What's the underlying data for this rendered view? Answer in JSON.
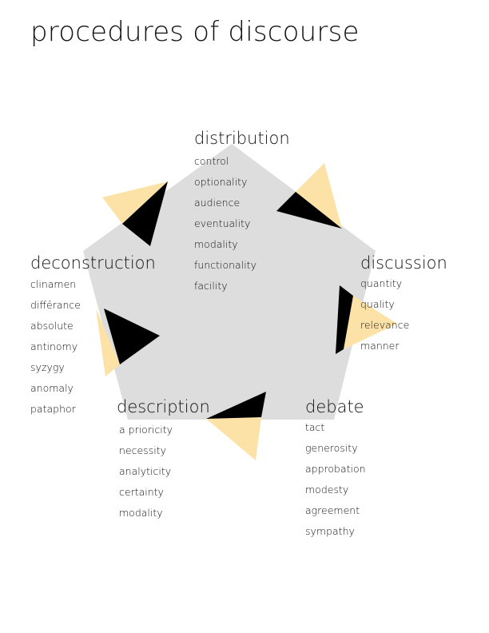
{
  "title": "procedures of discourse",
  "colors": {
    "pentagon": "#dddddd",
    "triangle_light": "#fde2a8",
    "triangle_dark": "#000000",
    "text": "#111111"
  },
  "groups": [
    {
      "id": "distribution",
      "heading": "distribution",
      "items": [
        "control",
        "optionality",
        "audience",
        "eventuality",
        "modality",
        "functionality",
        "facility"
      ]
    },
    {
      "id": "discussion",
      "heading": "discussion",
      "items": [
        "quantity",
        "quality",
        "relevance",
        "manner"
      ]
    },
    {
      "id": "debate",
      "heading": "debate",
      "items": [
        "tact",
        "generosity",
        "approbation",
        "modesty",
        "agreement",
        "sympathy"
      ]
    },
    {
      "id": "description",
      "heading": "description",
      "items": [
        "a prioricity",
        "necessity",
        "analyticity",
        "certainty",
        "modality"
      ]
    },
    {
      "id": "deconstruction",
      "heading": "deconstruction",
      "items": [
        "clinamen",
        "différance",
        "absolute",
        "antinomy",
        "syzygy",
        "anomaly",
        "pataphor"
      ]
    }
  ]
}
